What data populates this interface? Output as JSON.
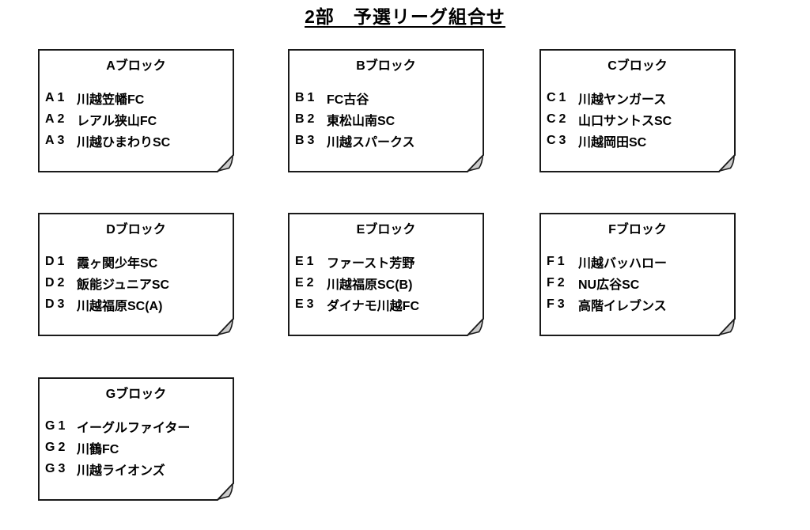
{
  "page": {
    "title": "2部　予選リーグ組合せ"
  },
  "blocks": [
    {
      "name": "Aブロック",
      "teams": [
        {
          "code": "A1",
          "name": "川越笠幡FC"
        },
        {
          "code": "A2",
          "name": "レアル狭山FC"
        },
        {
          "code": "A3",
          "name": "川越ひまわりSC"
        }
      ]
    },
    {
      "name": "Bブロック",
      "teams": [
        {
          "code": "B1",
          "name": "FC古谷"
        },
        {
          "code": "B2",
          "name": "東松山南SC"
        },
        {
          "code": "B3",
          "name": "川越スパークス"
        }
      ]
    },
    {
      "name": "Cブロック",
      "teams": [
        {
          "code": "C1",
          "name": "川越ヤンガース"
        },
        {
          "code": "C2",
          "name": "山口サントスSC"
        },
        {
          "code": "C3",
          "name": "川越岡田SC"
        }
      ]
    },
    {
      "name": "Dブロック",
      "teams": [
        {
          "code": "D1",
          "name": "霞ヶ関少年SC"
        },
        {
          "code": "D2",
          "name": "飯能ジュニアSC"
        },
        {
          "code": "D3",
          "name": "川越福原SC(A)"
        }
      ]
    },
    {
      "name": "Eブロック",
      "teams": [
        {
          "code": "E1",
          "name": "ファースト芳野"
        },
        {
          "code": "E2",
          "name": "川越福原SC(B)"
        },
        {
          "code": "E3",
          "name": "ダイナモ川越FC"
        }
      ]
    },
    {
      "name": "Fブロック",
      "teams": [
        {
          "code": "F1",
          "name": "川越バッハロー"
        },
        {
          "code": "F2",
          "name": "NU広谷SC"
        },
        {
          "code": "F3",
          "name": "高階イレブンス"
        }
      ]
    },
    {
      "name": "Gブロック",
      "teams": [
        {
          "code": "G1",
          "name": "イーグルファイター"
        },
        {
          "code": "G2",
          "name": "川鶴FC"
        },
        {
          "code": "G3",
          "name": "川越ライオンズ"
        }
      ]
    }
  ],
  "colors": {
    "border": "#1a1a1a",
    "fold_fill": "#cccccc",
    "text": "#000000",
    "background": "#ffffff"
  }
}
